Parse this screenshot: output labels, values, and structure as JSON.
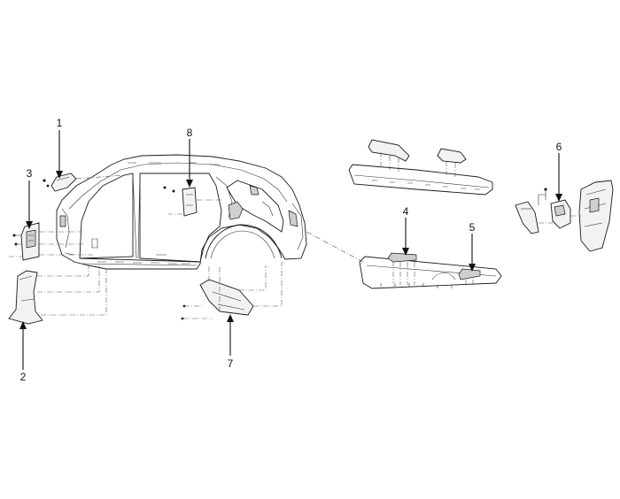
{
  "callouts": [
    {
      "id": "1",
      "label": "1"
    },
    {
      "id": "2",
      "label": "2"
    },
    {
      "id": "3",
      "label": "3"
    },
    {
      "id": "4",
      "label": "4"
    },
    {
      "id": "5",
      "label": "5"
    },
    {
      "id": "6",
      "label": "6"
    },
    {
      "id": "7",
      "label": "7"
    },
    {
      "id": "8",
      "label": "8"
    }
  ],
  "colors": {
    "line": "#1a1a1a",
    "fill": "#f2f2f2",
    "shade": "#cfcfcf",
    "background": "#ffffff"
  }
}
